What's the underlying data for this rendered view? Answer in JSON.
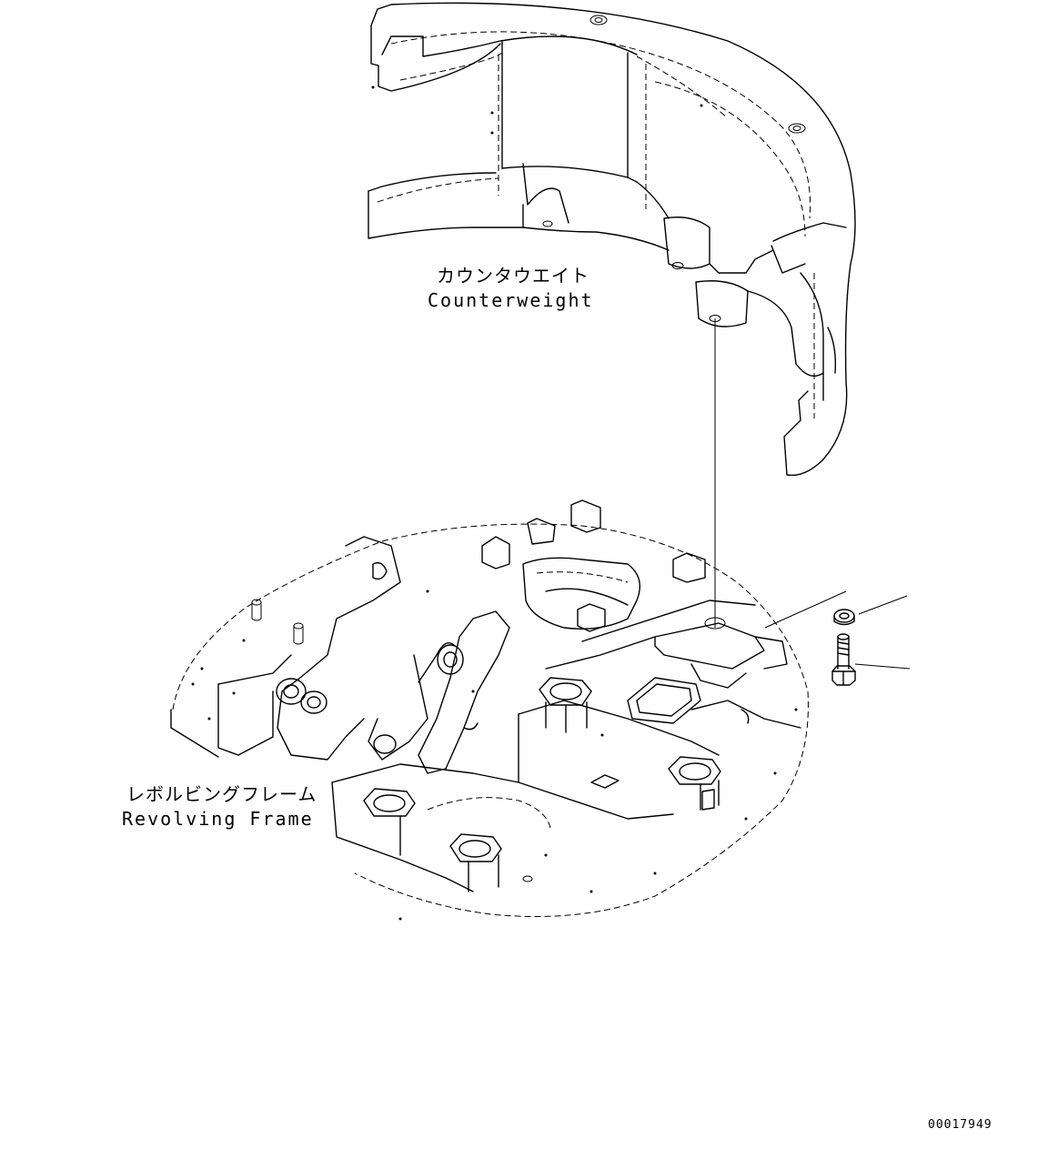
{
  "parts": {
    "counterweight": {
      "label_jp": "カウンタウエイト",
      "label_en": "Counterweight"
    },
    "revolving_frame": {
      "label_jp": "レボルビングフレーム",
      "label_en": "Revolving Frame"
    }
  },
  "figure_number": "00017949"
}
